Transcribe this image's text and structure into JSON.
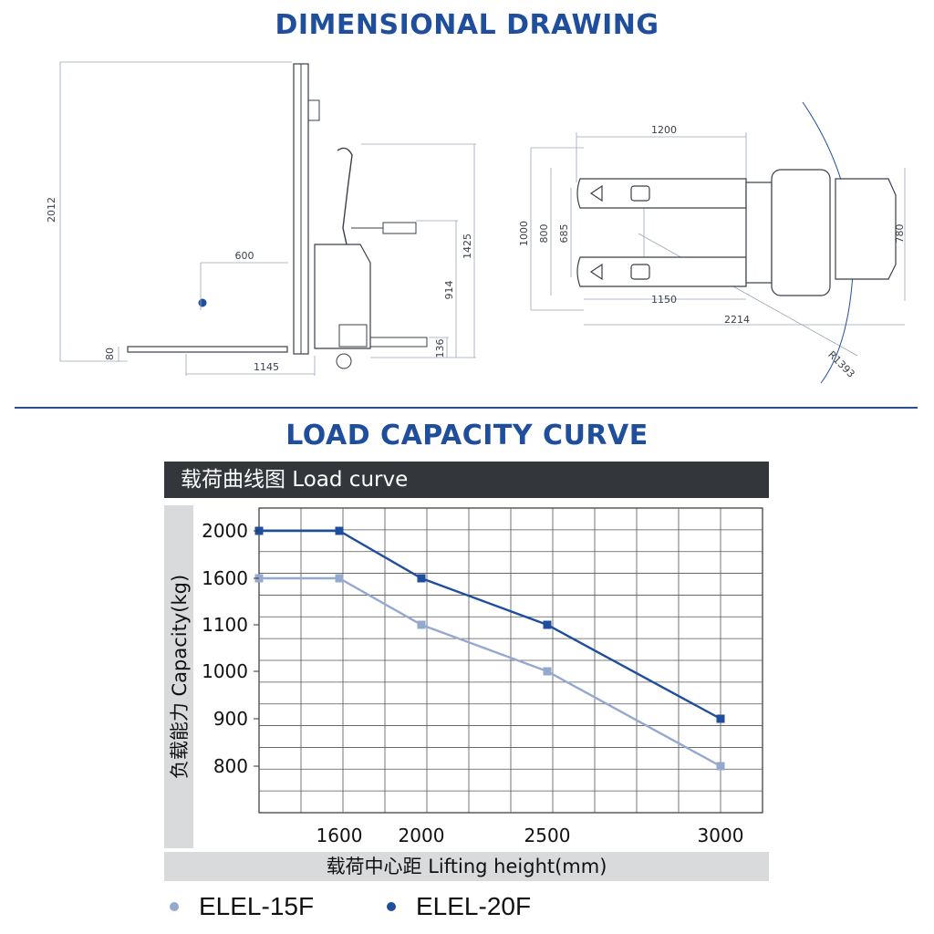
{
  "drawing": {
    "title": "DIMENSIONAL DRAWING",
    "side_dims": [
      "2012",
      "600",
      "80",
      "1145",
      "1425",
      "914",
      "136"
    ],
    "top_dims": [
      "1200",
      "1000",
      "800",
      "685",
      "1150",
      "2214",
      "780",
      "R1393"
    ]
  },
  "load_section_title": "LOAD CAPACITY CURVE",
  "chart_header": "载荷曲线图 Load curve",
  "ylabel": "负载能力 Capacity(kg)",
  "xlabel": "载荷中心距 Lifting height(mm)",
  "colors": {
    "accent": "#1f4e9c",
    "series_dark": "#1f4e9c",
    "series_light": "#95a9cf"
  },
  "chart_data": {
    "type": "line",
    "title": "",
    "xlabel": "载荷中心距 Lifting height(mm)",
    "ylabel": "负载能力 Capacity(kg)",
    "x_tick_labels": [
      "1600",
      "2000",
      "2500",
      "3000"
    ],
    "y_tick_labels": [
      "2000",
      "1600",
      "1100",
      "1000",
      "900",
      "800"
    ],
    "grid": true,
    "legend_position": "bottom",
    "series": [
      {
        "name": "ELEL-15F",
        "color": "#95a9cf",
        "points": [
          {
            "x": "",
            "y": 1600
          },
          {
            "x": 1600,
            "y": 1600
          },
          {
            "x": 2000,
            "y": 1100
          },
          {
            "x": 2500,
            "y": 1000
          },
          {
            "x": 3000,
            "y": 800
          }
        ]
      },
      {
        "name": "ELEL-20F",
        "color": "#1f4e9c",
        "points": [
          {
            "x": "",
            "y": 2000
          },
          {
            "x": 1600,
            "y": 2000
          },
          {
            "x": 2000,
            "y": 1600
          },
          {
            "x": 2500,
            "y": 1100
          },
          {
            "x": 3000,
            "y": 900
          }
        ]
      }
    ]
  }
}
